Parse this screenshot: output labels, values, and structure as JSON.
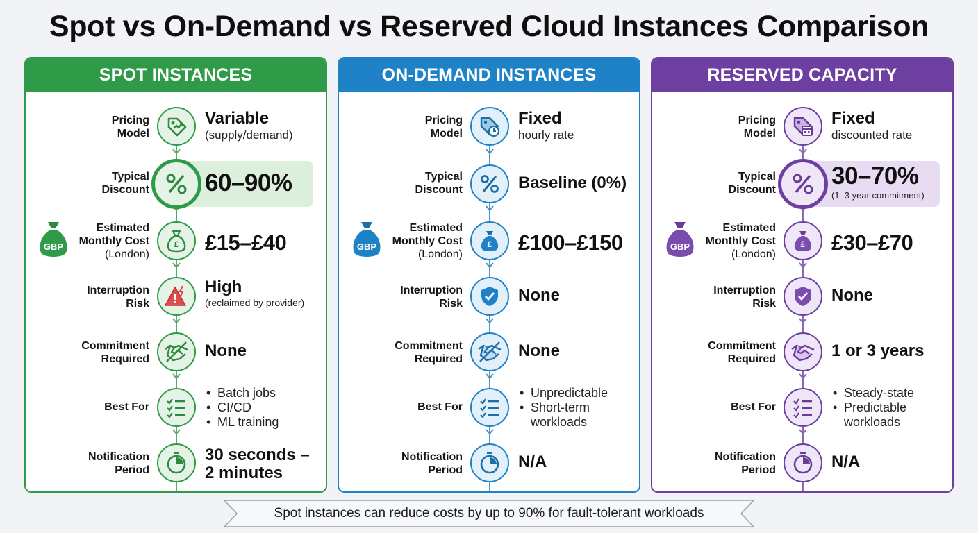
{
  "title": "Spot vs On-Demand vs Reserved Cloud Instances Comparison",
  "row_labels": {
    "pricing": [
      "Pricing",
      "Model"
    ],
    "discount": [
      "Typical",
      "Discount"
    ],
    "cost": [
      "Estimated",
      "Monthly Cost",
      "(London)"
    ],
    "risk": [
      "Interruption",
      "Risk"
    ],
    "commitment": [
      "Commitment",
      "Required"
    ],
    "best": [
      "Best For"
    ],
    "notice": [
      "Notification",
      "Period"
    ]
  },
  "gbp_label": "GBP",
  "currency_symbol": "£",
  "columns": [
    {
      "header": "SPOT INSTANCES",
      "color": "#2f9a47",
      "pricing_main": "Variable",
      "pricing_sub": "(supply/demand)",
      "discount_main": "60–90%",
      "discount_sub": "",
      "cost": "£15–£40",
      "risk_main": "High",
      "risk_sub": "(reclaimed by provider)",
      "commitment": "None",
      "best_for": [
        "Batch jobs",
        "CI/CD",
        "ML training"
      ],
      "notice": [
        "30 seconds –",
        "2 minutes"
      ]
    },
    {
      "header": "ON-DEMAND INSTANCES",
      "color": "#1f82c6",
      "pricing_main": "Fixed",
      "pricing_sub": "hourly rate",
      "discount_main": "Baseline (0%)",
      "discount_sub": "",
      "cost": "£100–£150",
      "risk_main": "None",
      "risk_sub": "",
      "commitment": "None",
      "best_for": [
        "Unpredictable",
        "Short-term",
        "workloads"
      ],
      "notice": [
        "N/A"
      ]
    },
    {
      "header": "RESERVED CAPACITY",
      "color": "#6c3fa0",
      "pricing_main": "Fixed",
      "pricing_sub": "discounted rate",
      "discount_main": "30–70%",
      "discount_sub": "(1–3 year commitment)",
      "cost": "£30–£70",
      "risk_main": "None",
      "risk_sub": "",
      "commitment": "1 or 3 years",
      "best_for": [
        "Steady-state",
        "Predictable",
        "workloads"
      ],
      "notice": [
        "N/A"
      ]
    }
  ],
  "icons": {
    "pricing": "price-tag-icon",
    "discount": "percent-icon",
    "cost": "money-bag-icon",
    "risk": "risk-icon",
    "commitment": "handshake-icon",
    "best": "checklist-icon",
    "notice": "stopwatch-icon"
  },
  "banner": "Spot instances can reduce costs by up to 90% for fault-tolerant workloads"
}
